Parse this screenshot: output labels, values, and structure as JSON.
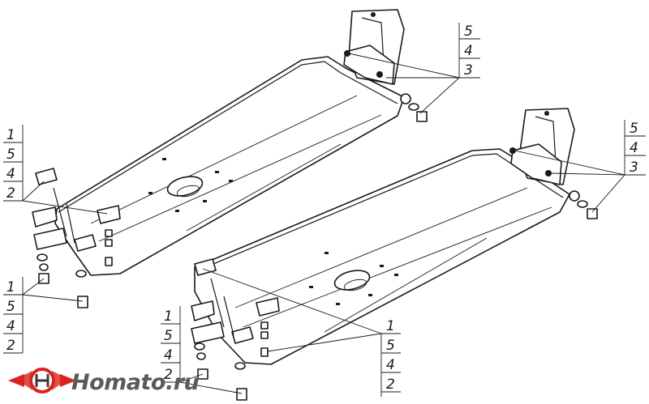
{
  "diagram": {
    "callouts": [
      {
        "id": "upper-right",
        "labels": [
          "5",
          "4",
          "3"
        ]
      },
      {
        "id": "right",
        "labels": [
          "5",
          "4",
          "3"
        ]
      },
      {
        "id": "upper-left",
        "labels": [
          "1",
          "5",
          "4",
          "2"
        ]
      },
      {
        "id": "lower-left",
        "labels": [
          "1",
          "5",
          "4",
          "2"
        ]
      },
      {
        "id": "bottom-middle",
        "labels": [
          "1",
          "5",
          "4",
          "2"
        ]
      },
      {
        "id": "center",
        "labels": [
          "1",
          "5",
          "4",
          "2"
        ]
      }
    ]
  },
  "logo": {
    "text": "Homato.ru",
    "colors": {
      "red": "#d9231f",
      "gray": "#5a5a5a",
      "dark": "#3a3a3a"
    }
  }
}
